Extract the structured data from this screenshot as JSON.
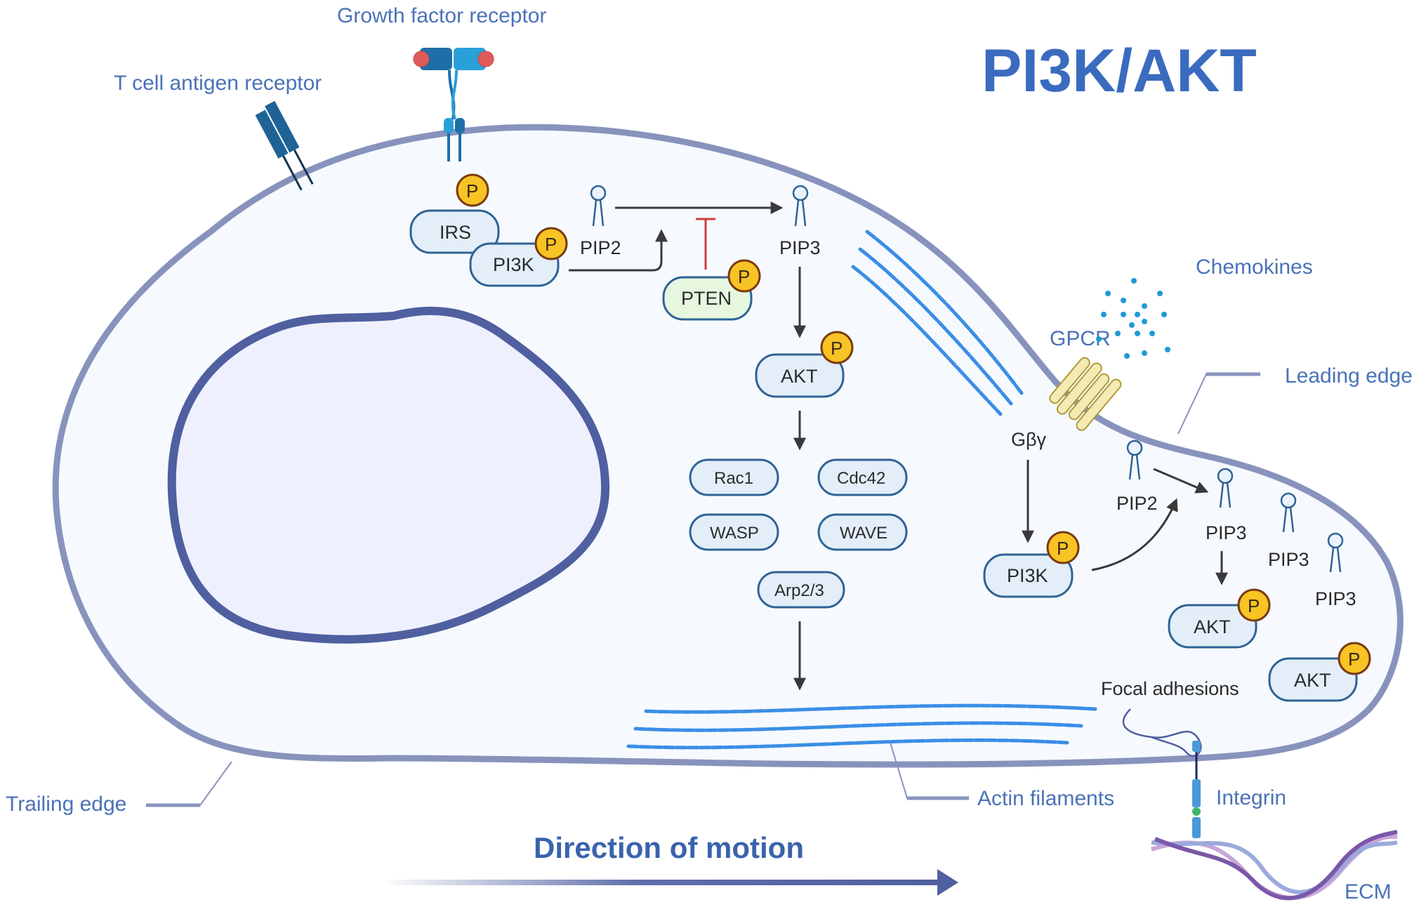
{
  "title": "PI3K/AKT",
  "labels": {
    "growth_factor_receptor": "Growth factor receptor",
    "t_cell_antigen_receptor": "T cell antigen receptor",
    "chemokines": "Chemokines",
    "gpcr": "GPCR",
    "leading_edge": "Leading edge",
    "trailing_edge": "Trailing edge",
    "actin_filaments": "Actin filaments",
    "integrin": "Integrin",
    "ecm": "ECM",
    "focal_adhesions": "Focal adhesions",
    "direction_of_motion": "Direction of motion",
    "gbg": "Gβγ"
  },
  "left_pathway": {
    "irs": "IRS",
    "pi3k": "PI3K",
    "pip2": "PIP2",
    "pip3": "PIP3",
    "pten": "PTEN",
    "akt": "AKT",
    "effectors": [
      "Rac1",
      "Cdc42",
      "WASP",
      "WAVE"
    ],
    "arp": "Arp2/3"
  },
  "right_pathway": {
    "pi3k": "PI3K",
    "pip2": "PIP2",
    "pip3_a": "PIP3",
    "pip3_b": "PIP3",
    "pip3_c": "PIP3",
    "akt_a": "AKT",
    "akt_b": "AKT"
  },
  "phospho_label": "P",
  "colors": {
    "membrane": "#8893bd",
    "nucleus": "#4f5fa0",
    "cytoplasm": "#f6fafe",
    "accent_text": "#4a72b8",
    "phospho": "#f7c325",
    "inhibition": "#d23b3b"
  }
}
